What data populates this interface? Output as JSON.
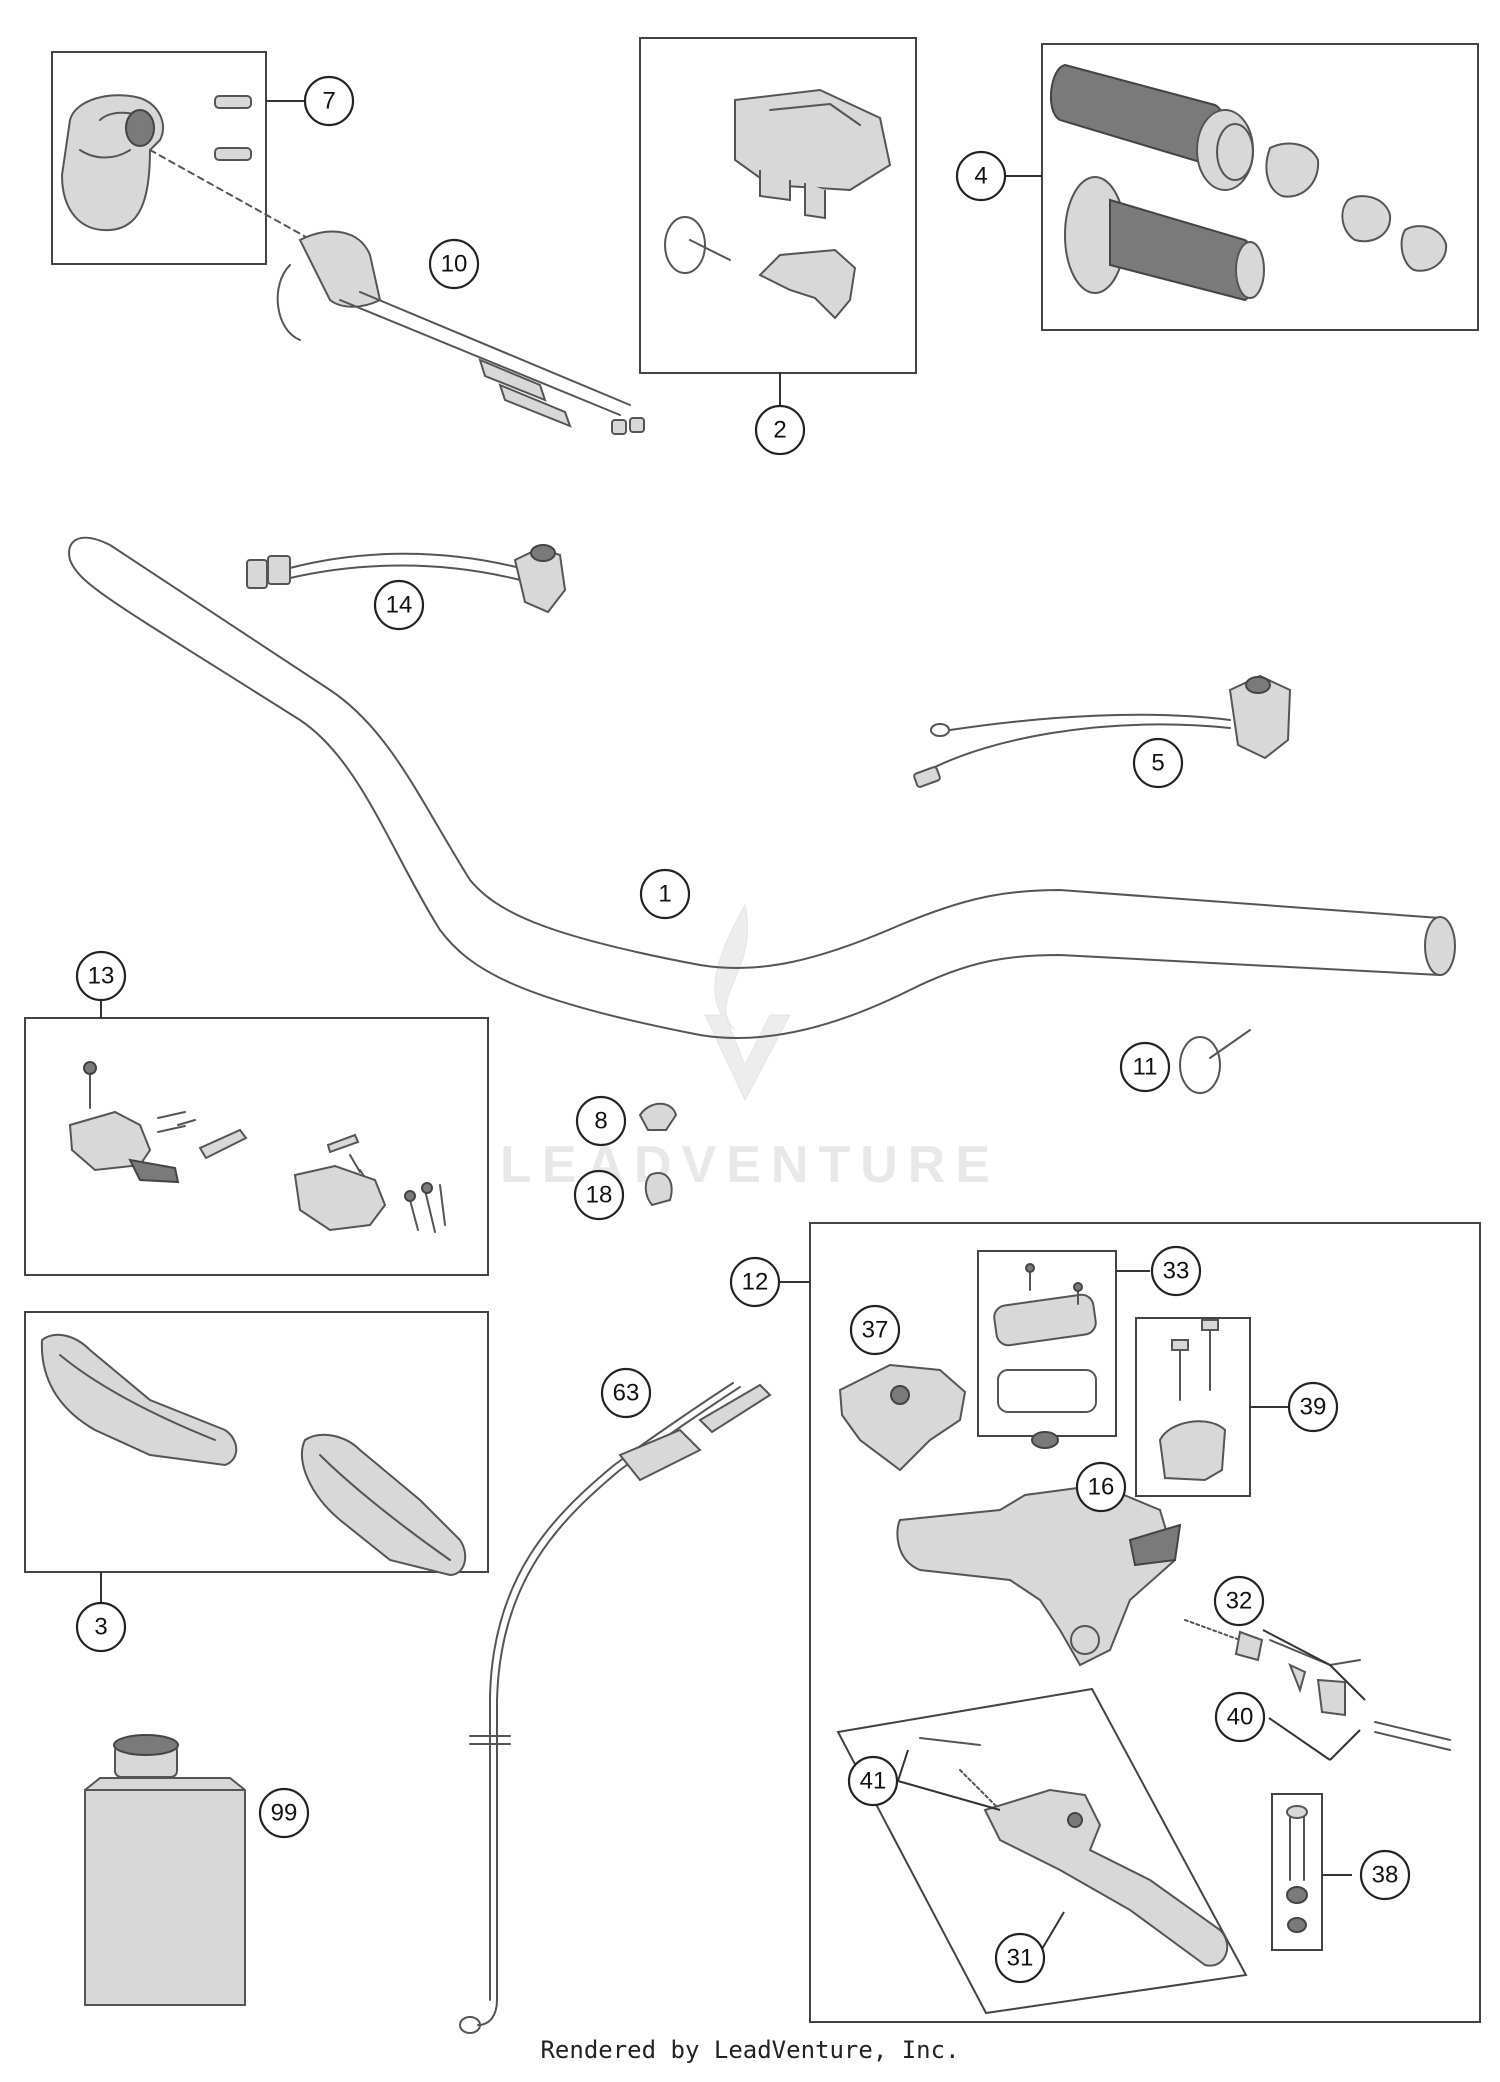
{
  "watermark": "LEADVENTURE",
  "footer": "Rendered by LeadVenture, Inc.",
  "callouts": {
    "c1": "1",
    "c2": "2",
    "c3": "3",
    "c4": "4",
    "c5": "5",
    "c7": "7",
    "c8": "8",
    "c10": "10",
    "c11": "11",
    "c12": "12",
    "c13": "13",
    "c14": "14",
    "c16": "16",
    "c18": "18",
    "c31": "31",
    "c32": "32",
    "c33": "33",
    "c37": "37",
    "c38": "38",
    "c39": "39",
    "c40": "40",
    "c41": "41",
    "c63": "63",
    "c99": "99"
  }
}
